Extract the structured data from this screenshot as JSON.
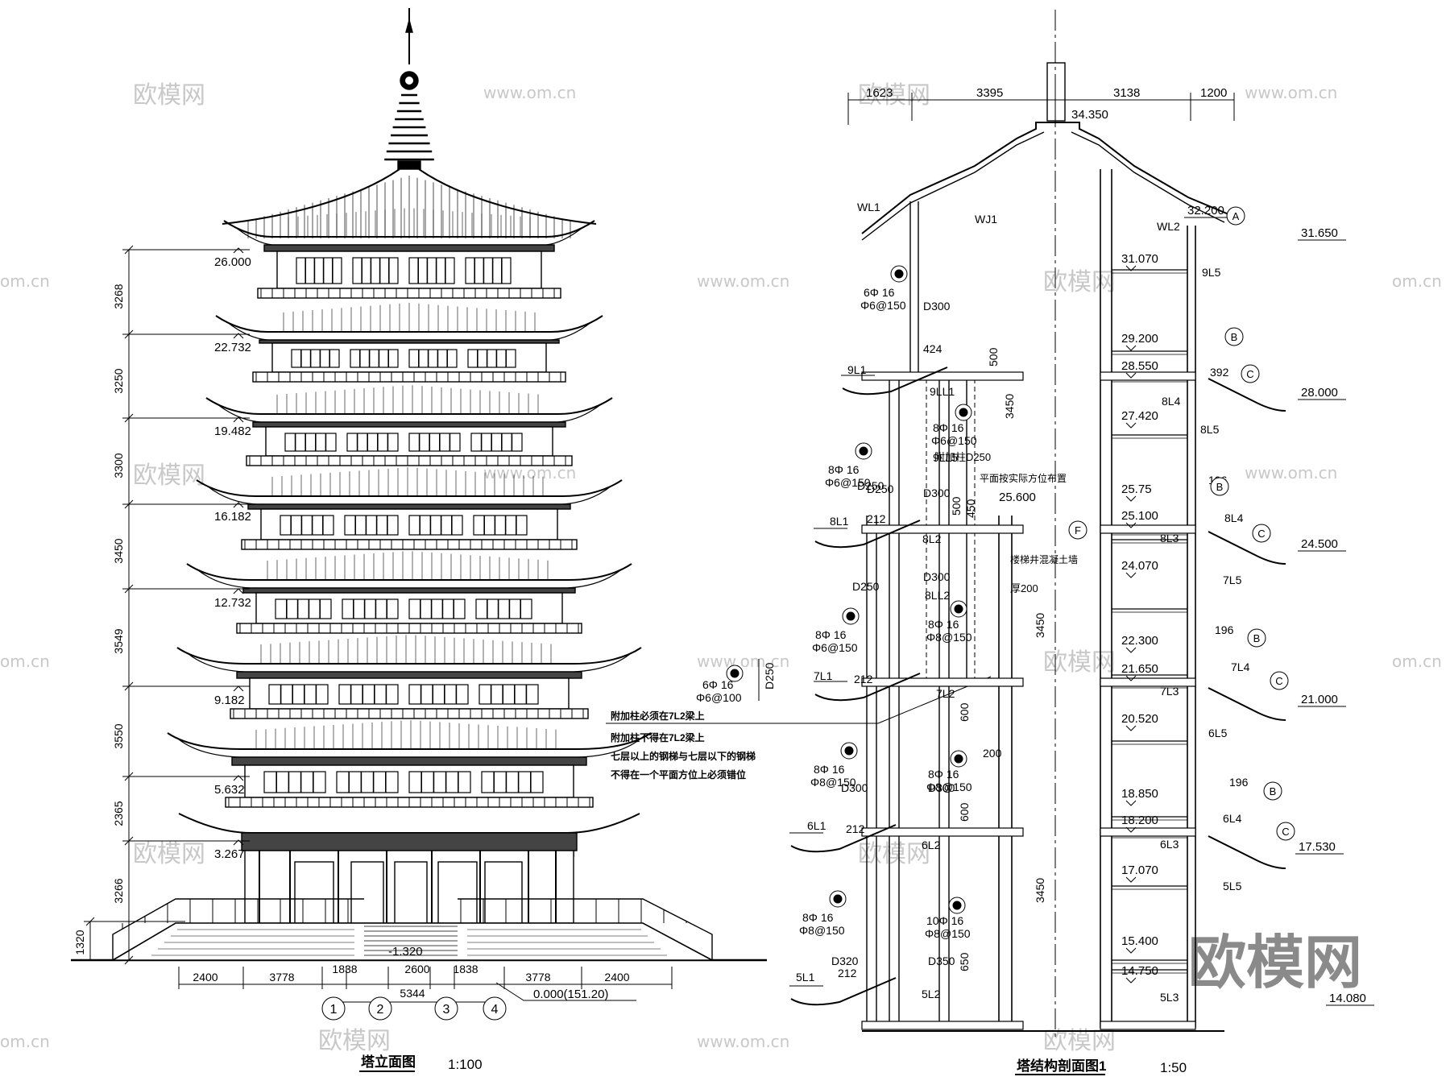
{
  "watermarks": {
    "site": "www.om.cn",
    "site_short": "om.cn",
    "brand": "欧模网"
  },
  "elevation": {
    "title": "塔立面图",
    "scale": "1:100",
    "levels": [
      "26.000",
      "22.732",
      "19.482",
      "16.182",
      "12.732",
      "9.182",
      "5.632",
      "3.267"
    ],
    "base_level": "-1.320",
    "ground_level": "0.000(151.20)",
    "vertical_dims": [
      "3268",
      "3250",
      "3300",
      "3450",
      "3549",
      "3550",
      "2365",
      "3266",
      "1320"
    ],
    "horizontal_dims": [
      "2400",
      "3778",
      "1838",
      "2600",
      "1838",
      "3778",
      "2400"
    ],
    "overall_dim": "5344",
    "axes": [
      "1",
      "2",
      "3",
      "4"
    ],
    "callout_bar": "6Φ 16",
    "callout_stirrup": "Φ6@100",
    "callout_size": "D250"
  },
  "notes": [
    "附加柱必须在7L2梁上",
    "附加柱不得在7L2梁上",
    "七层以上的钢梯与七层以下的钢梯",
    "不得在一个平面方位上必须错位"
  ],
  "section": {
    "title": "塔结构剖面图1",
    "scale": "1:50",
    "top_dims": [
      "1623",
      "3395",
      "3138",
      "1200"
    ],
    "top_level": "34.350",
    "inner_levels": [
      "31.070",
      "29.200",
      "28.550",
      "27.420",
      "25.75",
      "25.100",
      "24.070",
      "22.300",
      "21.650",
      "20.520",
      "18.850",
      "18.200",
      "17.070",
      "15.400",
      "14.750"
    ],
    "outer_levels": [
      "32.200",
      "31.650",
      "28.000",
      "24.500",
      "21.000",
      "17.530",
      "14.080"
    ],
    "mid_level": "25.600",
    "right_labels": [
      "WL2",
      "9L5",
      "8L4",
      "8L5",
      "8L4",
      "8L3",
      "7L5",
      "7L4",
      "7L3",
      "6L5",
      "6L4",
      "6L3",
      "5L5",
      "5L3"
    ],
    "left_labels": [
      "WL1",
      "WJ1",
      "9L1",
      "9LL1",
      "9LL5",
      "8L1",
      "8L2",
      "8LL2",
      "7L1",
      "7L2",
      "6L1",
      "6L2",
      "5L1",
      "5L2"
    ],
    "rebar_left": [
      {
        "bar": "6Φ 16",
        "stirrup": "Φ6@150"
      },
      {
        "bar": "8Φ 16",
        "stirrup": "Φ6@150"
      },
      {
        "bar": "8Φ 16",
        "stirrup": "Φ6@150"
      },
      {
        "bar": "8Φ 16",
        "stirrup": "Φ8@150"
      },
      {
        "bar": "8Φ 16",
        "stirrup": "Φ8@150"
      }
    ],
    "rebar_mid": [
      {
        "bar": "8Φ 16",
        "stirrup": "Φ6@150"
      },
      {
        "bar": "8Φ 16",
        "stirrup": "Φ8@150"
      },
      {
        "bar": "8Φ 16",
        "stirrup": "Φ8@150"
      },
      {
        "bar": "10Φ 16",
        "stirrup": "Φ8@150"
      }
    ],
    "sizes": [
      "D300",
      "424",
      "500",
      "3450",
      "D250",
      "D250",
      "D300",
      "212",
      "500",
      "450",
      "D250",
      "D300",
      "3450",
      "212",
      "600",
      "200",
      "D300",
      "D300",
      "212",
      "600",
      "3450",
      "D320",
      "D350",
      "212",
      "650",
      "196",
      "196",
      "196",
      "392"
    ],
    "note_column": "附加柱D250",
    "note_plan": "平面按实际方位布置",
    "note_stair": "楼梯井混凝土墙",
    "note_thick": "厚200",
    "callouts": [
      "A",
      "B",
      "C",
      "B",
      "C",
      "B",
      "C",
      "B",
      "C",
      "F"
    ]
  }
}
